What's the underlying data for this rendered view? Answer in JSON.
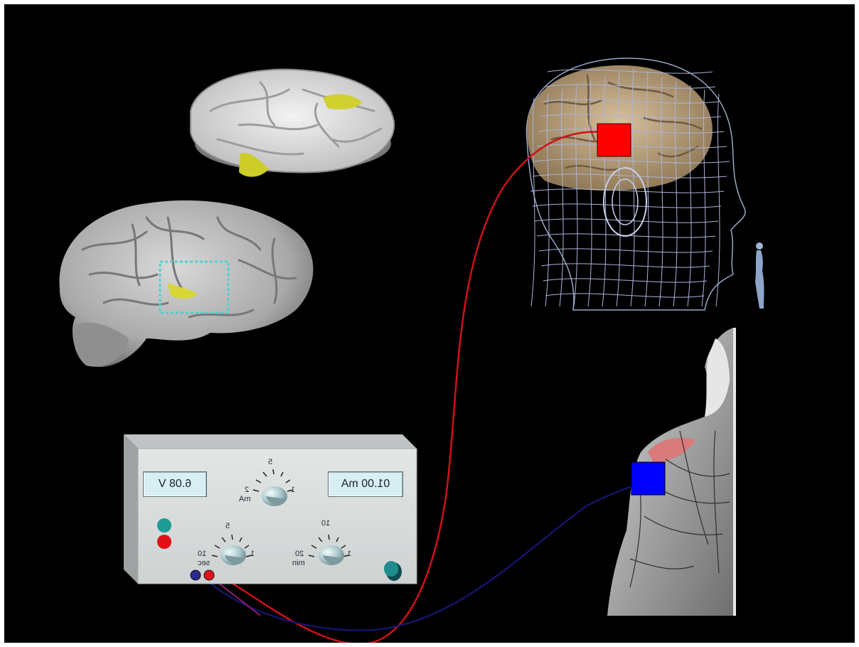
{
  "stimulator": {
    "voltage_display": "6.08 V",
    "current_display": "01.00 mA",
    "current_knob": {
      "ticks": [
        "1",
        "5",
        "2"
      ],
      "unit": "mA"
    },
    "duration_knob": {
      "ticks": [
        "1",
        "10",
        "20"
      ],
      "unit": "min"
    },
    "pulse_knob": {
      "ticks": [
        "1",
        "5",
        "10"
      ],
      "unit": "sec"
    }
  },
  "electrodes": {
    "anode_color": "#ff0000",
    "cathode_color": "#0000ff"
  },
  "wires": {
    "anode_wire_color": "#d01018",
    "cathode_wire_color": "#14146a"
  },
  "highlight_color": "#d6d636",
  "roi_box_color": "#4fd0d0"
}
